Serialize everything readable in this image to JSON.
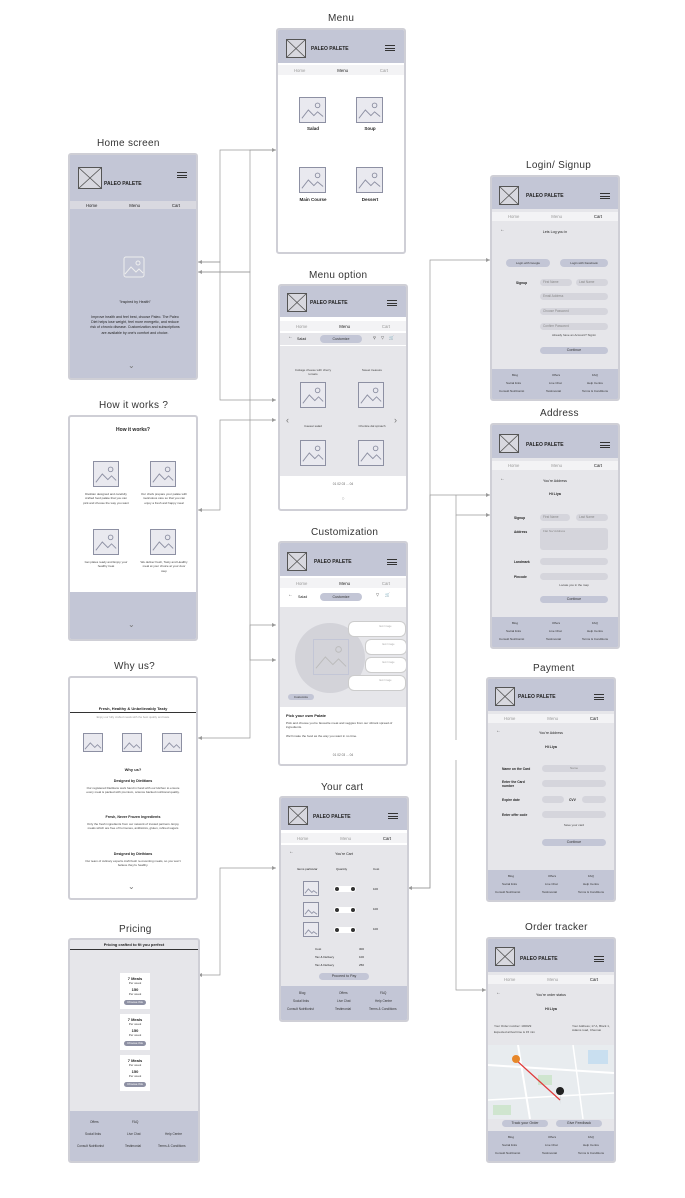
{
  "titles": {
    "menu": "Menu",
    "home": "Home screen",
    "how": "How it works ?",
    "why": "Why us?",
    "pricing": "Pricing",
    "menu_option": "Menu option",
    "customization": "Customization",
    "cart": "Your cart",
    "login": "Login/ Signup",
    "address": "Address",
    "payment": "Payment",
    "tracker": "Order tracker"
  },
  "brand": "PALEO PALETE",
  "nav": {
    "home": "Home",
    "menu": "Menu",
    "cart": "Cart"
  },
  "home": {
    "tagline": "\"Inspired by Health\"",
    "body": "Improve health and feel best, choose Paleo. The Paleo Diet helps lose weight, feel more energetic, and reduce risk of chronic disease. Customization and subscriptions are available by one's comfort and choice."
  },
  "how": {
    "heading": "How it works?",
    "step1": "Dietitian designed and carefully crafted food palate that you can pick and choose the way you want",
    "step2": "Our chefs prepare your palate with meticulous care so that you can enjoy a fresh and happy meal",
    "step3": "Get plates ready and Enjoy your healthy treat",
    "step4": "We deliver fresh, Tasty and Healthy meal at your choice at your door step"
  },
  "why": {
    "heading": "Fresh, Healthy & Unbelievably Tasty",
    "sub": "Enjoy our fully crafted meals with the best quality and taste",
    "why_us": "Why us?",
    "b1_title": "Designed by Dietitians",
    "b1_text": "Our registered Dietitians work hand in hand with our kitchen to ensure every meal is packed with premium, science backed nutritional quality.",
    "b2_title": "Fresh, Never Frozen Ingredients",
    "b2_text": "Only the fresh ingredients from our network of trusted partners. Enjoy meals which are free of hormones, antibiotics, gluten, refined sugars",
    "b3_title": "Designed by Diethians",
    "b3_text": "Our team of culinary experts craft fresh re-inventing meals, so you won't believe they're healthy."
  },
  "pricing": {
    "heading": "Pricing crafted to fit you perfect",
    "plans": [
      {
        "meals": "7 Meals",
        "per": "Per week",
        "price": "150",
        "price_per": "Per week",
        "btn": "Choose this"
      },
      {
        "meals": "7 Meals",
        "per": "Per week",
        "price": "150",
        "price_per": "Per week",
        "btn": "Choose this"
      },
      {
        "meals": "7 Meals",
        "per": "Per week",
        "price": "150",
        "price_per": "Per week",
        "btn": "Choose this"
      }
    ]
  },
  "footer": {
    "offers": "Offers",
    "faq": "FAQ",
    "social": "Social links",
    "chat": "Live Chat",
    "help": "Help Centre",
    "consult": "Consult Nutritionist",
    "testimonial": "Testimonial",
    "terms": "Terms & Conditions",
    "blog": "Blog"
  },
  "menu": {
    "salad": "Salad",
    "soup": "Soup",
    "main": "Main Course",
    "dessert": "Dessert"
  },
  "menu_option": {
    "cat": "Salad",
    "customize": "Customize",
    "item1": "Cottage cheese with cherry tomato",
    "item2": "Sweet treasure",
    "item3": "Caesar salad",
    "item4": "Chunkie dal spinach",
    "pages": "01   02   03 ...   04"
  },
  "customization": {
    "cat": "Salad",
    "customize": "Customize",
    "btn": "Customize",
    "title": "Pick your own Palate",
    "text1": "Pick and choose you're favourite meat and veggies from our vibrant spread of ingredients.",
    "text2": "We'll make the food as the way you want in no time.",
    "pages": "01   02   03 ...   04",
    "opt": "Item Image"
  },
  "cart": {
    "title": "You're Cart",
    "col1": "Items particular",
    "col2": "Quantity",
    "col3": "Cost",
    "rows": [
      "100",
      "100",
      "100"
    ],
    "cost_label": "Cost",
    "cost": "300",
    "tax1_label": "Tax & Delivery",
    "tax1": "100",
    "tax2_label": "Tax & Delivery",
    "tax2": "250",
    "btn": "Proceed to Pay"
  },
  "login": {
    "title": "Lets Log you in",
    "google": "Login with Google",
    "facebook": "Login with Facebook",
    "signup": "Signup",
    "first": "First Name",
    "last": "Last Name",
    "email": "Email Address",
    "phone": "Choose Password",
    "confirm": "Confirm Password",
    "already": "Already have an Account? Signin",
    "btn": "Continue"
  },
  "address": {
    "title": "You're Address",
    "hi": "Hi Liya",
    "signup": "Signup",
    "address": "Address",
    "landmark": "Landmark",
    "pincode": "Pincode",
    "locate": "Locate you in the map",
    "first": "First Name",
    "last": "Last Name",
    "addr_ph": "Flat No/ Address",
    "btn": "Continue"
  },
  "payment": {
    "title": "You're Address",
    "hi": "Hi Liya",
    "name": "Name on the Card",
    "card": "Enter the Card number",
    "expire": "Expire date",
    "cvv": "CVV",
    "offer": "Enter offer code",
    "save": "Save your card",
    "btn": "Continue",
    "name_ph": "Name"
  },
  "tracker": {
    "title": "You're order status",
    "hi": "Hi Liya",
    "order": "Your Order number: 100029",
    "eta": "Expected arrival time is 15 min",
    "addr": "Your Address; 17 A, Block 1, Adams road, Chennai",
    "track": "Track your Order",
    "feedback": "Give Feedback"
  }
}
